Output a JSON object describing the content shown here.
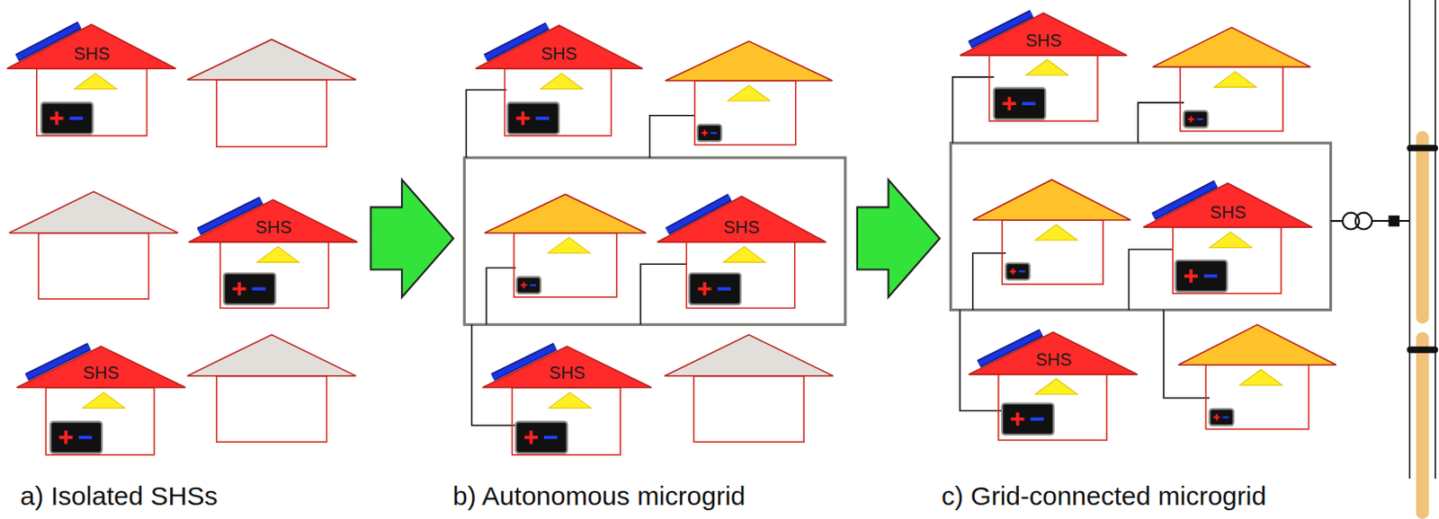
{
  "diagram": {
    "nodes": [
      {
        "text": [
          "SHS"
        ]
      },
      {
        "text": [
          "SHS"
        ]
      },
      {
        "text": [
          "SHS"
        ]
      },
      {
        "text": [
          "SHS"
        ]
      },
      {
        "text": [
          "SHS"
        ]
      },
      {
        "text": [
          "SHS"
        ]
      },
      {
        "text": [
          "SHS"
        ]
      },
      {
        "text": [
          "SHS"
        ]
      },
      {
        "text": [
          "SHS"
        ]
      }
    ],
    "labels": [
      "a) Isolated SHSs",
      "b) Autonomous microgrid",
      "c) Grid-connected microgrid"
    ]
  }
}
